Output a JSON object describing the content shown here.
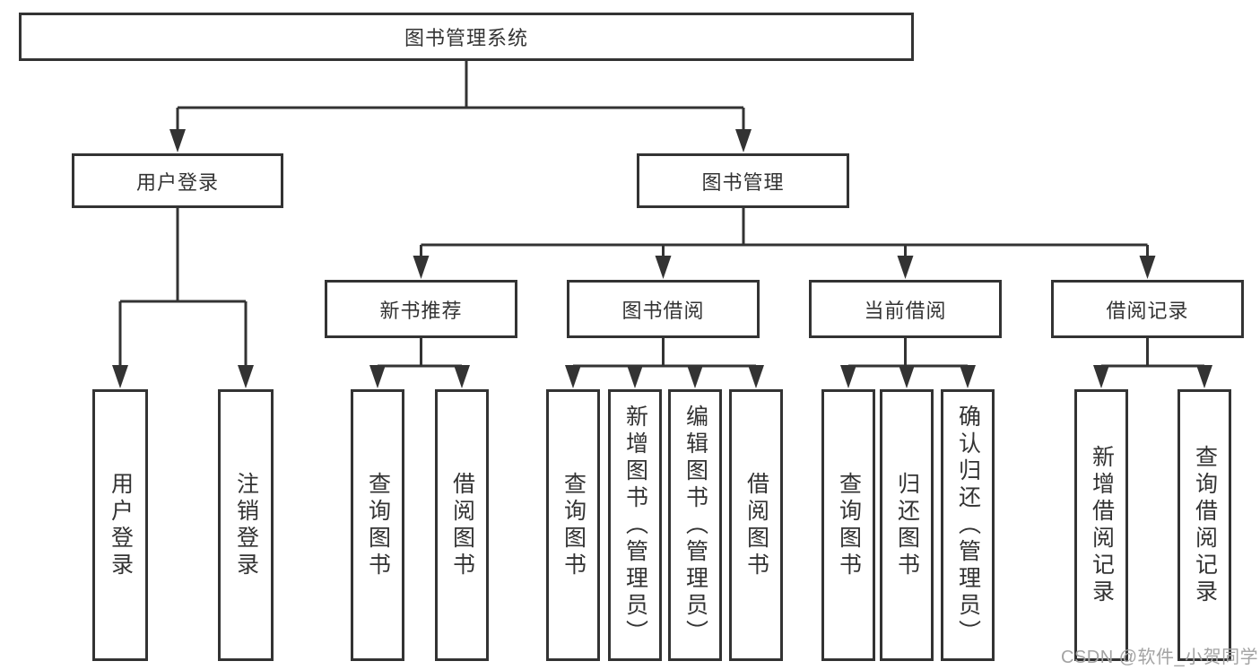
{
  "tree": {
    "label": "图书管理系统",
    "children": [
      {
        "label": "用户登录",
        "children": [
          {
            "label": "用户登录"
          },
          {
            "label": "注销登录"
          }
        ]
      },
      {
        "label": "图书管理",
        "children": [
          {
            "label": "新书推荐",
            "children": [
              {
                "label": "查询图书"
              },
              {
                "label": "借阅图书"
              }
            ]
          },
          {
            "label": "图书借阅",
            "children": [
              {
                "label": "查询图书"
              },
              {
                "label": "新增图书（管理员）"
              },
              {
                "label": "编辑图书（管理员）"
              },
              {
                "label": "借阅图书"
              }
            ]
          },
          {
            "label": "当前借阅",
            "children": [
              {
                "label": "查询图书"
              },
              {
                "label": "归还图书"
              },
              {
                "label": "确认归还（管理员）"
              }
            ]
          },
          {
            "label": "借阅记录",
            "children": [
              {
                "label": "新增借阅记录"
              },
              {
                "label": "查询借阅记录"
              }
            ]
          }
        ]
      }
    ]
  },
  "watermark": {
    "text": "CSDN @软件_小贺同学"
  },
  "colors": {
    "line": "#333333",
    "box_border": "#333333",
    "text": "#333333",
    "watermark": "#a3a3a3",
    "background": "#ffffff"
  }
}
